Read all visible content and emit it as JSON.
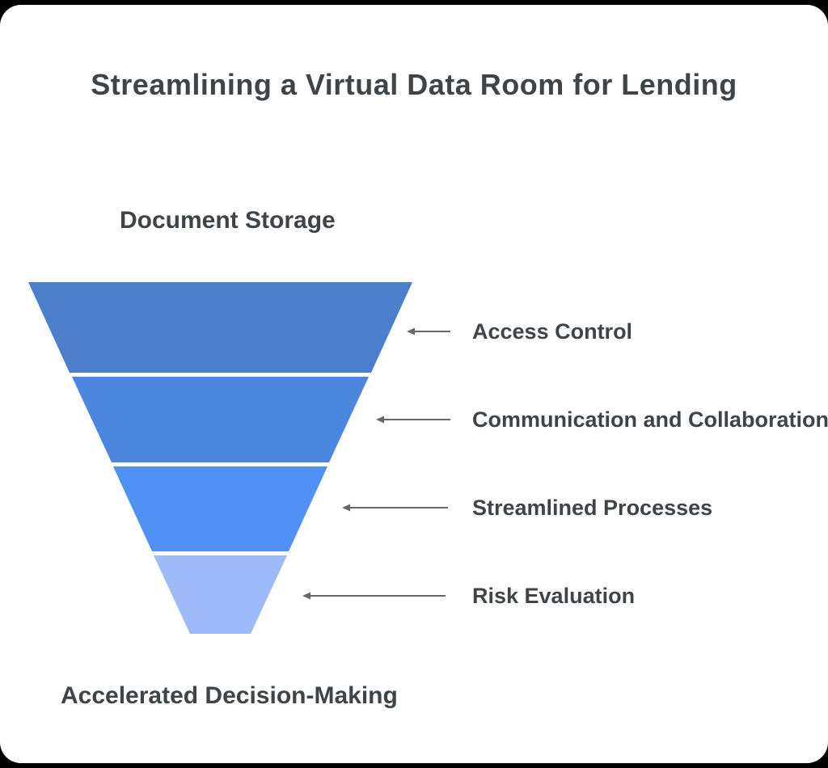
{
  "page": {
    "background_color": "#ffffff",
    "surround_color": "#000000",
    "text_color": "#3f4449",
    "leader_line_color": "#63686d"
  },
  "icons": {
    "leader_arrow": "left-arrow"
  },
  "chart_data": {
    "type": "funnel",
    "title": "Streamlining a Virtual Data Room for Lending",
    "top_label": "Document Storage",
    "bottom_label": "Accelerated Decision-Making",
    "orientation": "inverted-triangle",
    "legend_position": "right",
    "stages": [
      {
        "label": "Access Control",
        "color": "#4b7ecb"
      },
      {
        "label": "Communication and Collaboration",
        "color": "#4c86de"
      },
      {
        "label": "Streamlined Processes",
        "color": "#4f91f5"
      },
      {
        "label": "Risk Evaluation",
        "color": "#9dbbf8"
      }
    ]
  }
}
